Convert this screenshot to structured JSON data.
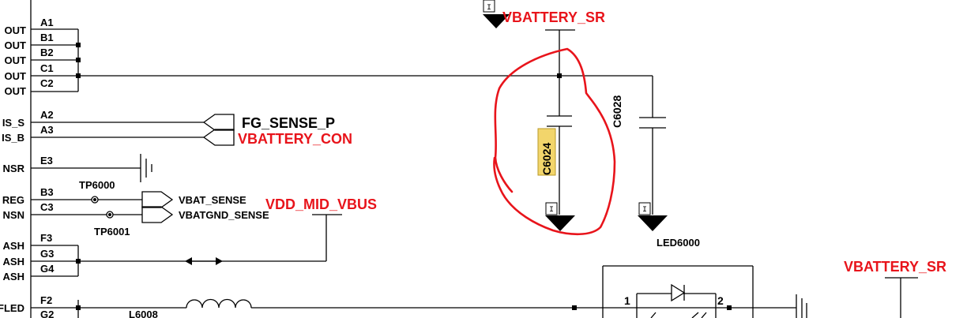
{
  "left_signals": [
    "OUT",
    "OUT",
    "OUT",
    "OUT",
    "OUT",
    "IS_S",
    "IS_B",
    "NSR",
    "REG",
    "NSN",
    "ASH",
    "ASH",
    "ASH",
    "FLED"
  ],
  "pins": [
    "A1",
    "B1",
    "B2",
    "C1",
    "C2",
    "A2",
    "A3",
    "E3",
    "B3",
    "C3",
    "F3",
    "G3",
    "G4",
    "F2",
    "G2"
  ],
  "nets": {
    "fg_sense_p": "FG_SENSE_P",
    "vbat_sense": "VBAT_SENSE",
    "vbatgnd_sense": "VBATGND_SENSE",
    "led6000": "LED6000",
    "l6008": "L6008"
  },
  "test_points": {
    "tp6000": "TP6000",
    "tp6001": "TP6001"
  },
  "components": {
    "c6024": "C6024",
    "c6028": "C6028"
  },
  "annotations": {
    "vbattery_sr_top": "VBATTERY_SR",
    "vbattery_con": "VBATTERY_CON",
    "vdd_mid_vbus": "VDD_MID_VBUS",
    "vbattery_sr_right": "VBATTERY_SR"
  },
  "ground_marker": "I",
  "diode_pins": {
    "pin1": "1",
    "pin2": "2"
  },
  "colors": {
    "annotation": "#e8141b",
    "highlight": "#f2d56b",
    "wire": "#000000"
  }
}
